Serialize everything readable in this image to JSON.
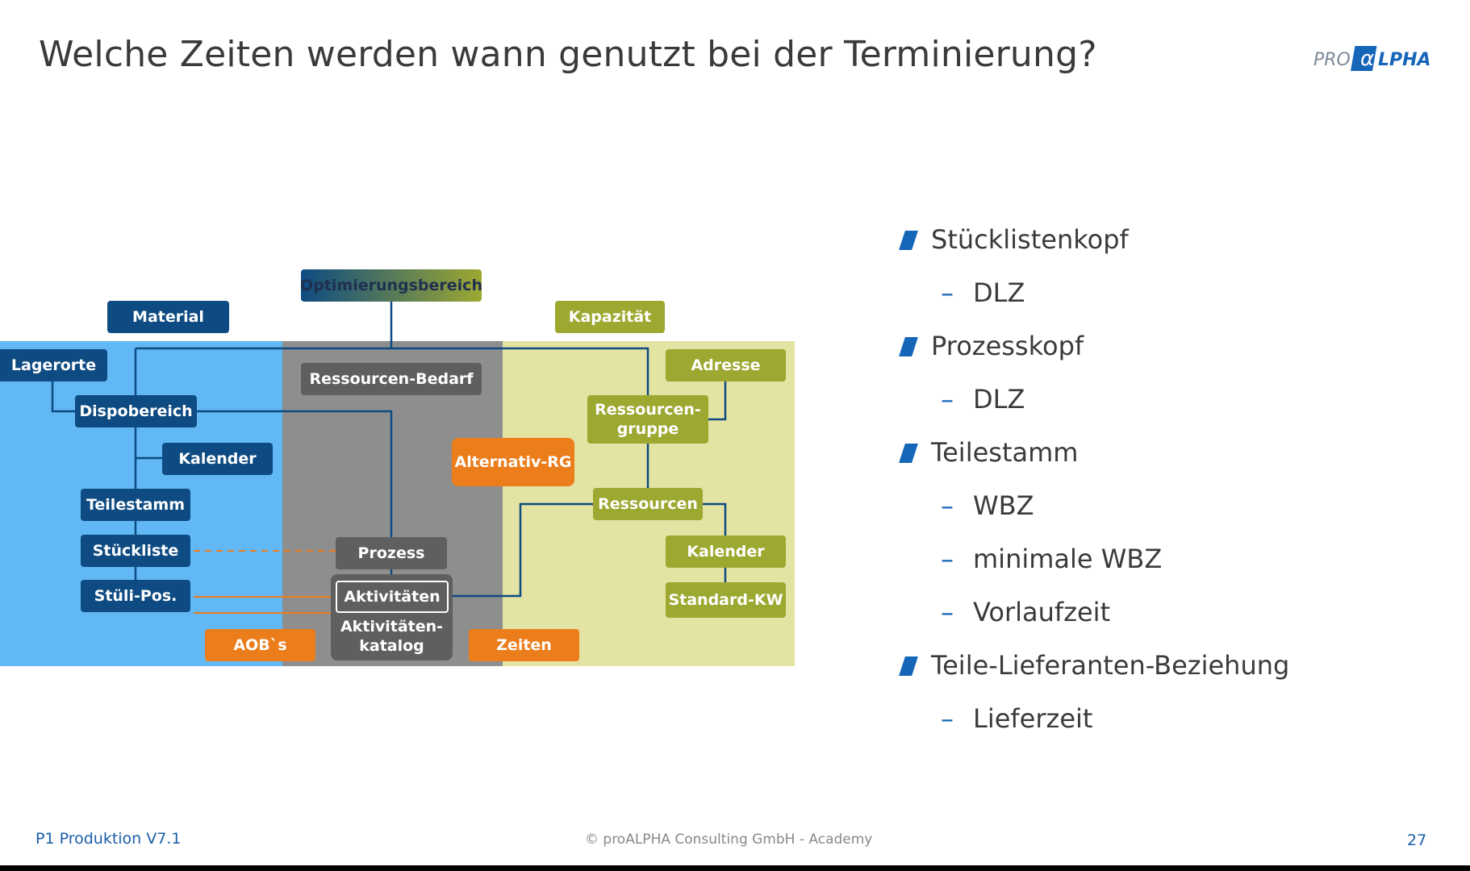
{
  "slide": {
    "title": "Welche Zeiten werden wann genutzt bei der Terminierung?",
    "logo": {
      "text_pro": "PRO",
      "text_alpha": "α",
      "text_lpha": "LPHA"
    }
  },
  "diagram": {
    "nodes": {
      "optimierungsbereich": "Optimierungsbereich",
      "material": "Material",
      "kapazitaet": "Kapazität",
      "lagerorte": "Lagerorte",
      "dispobereich": "Dispobereich",
      "kalender_left": "Kalender",
      "teilestamm": "Teilestamm",
      "stueckliste": "Stückliste",
      "stueli_pos": "Stüli-Pos.",
      "ressourcen_bedarf": "Ressourcen-Bedarf",
      "prozess": "Prozess",
      "aktivitaeten": "Aktivitäten",
      "aktivitaeten_katalog": "Aktivitäten-\nkatalog",
      "alternativ_rg": "Alternativ-RG",
      "aobs": "AOB`s",
      "zeiten": "Zeiten",
      "adresse": "Adresse",
      "ressourcengruppe": "Ressourcen-\ngruppe",
      "ressourcen": "Ressourcen",
      "kalender_right": "Kalender",
      "standard_kw": "Standard-KW"
    },
    "colors": {
      "blue_zone": "#61b8f5",
      "gray_zone": "#8e8e8e",
      "yellow_zone": "#e3e3a3",
      "navy_box": "#0e4b82",
      "green_box": "#9da831",
      "dark_box": "#5f5f5f",
      "orange_box": "#ec7d1b",
      "connector": "#0e4b82",
      "dashed_connector": "#ec7d1b"
    }
  },
  "bullets": [
    {
      "level": 1,
      "text": "Stücklistenkopf"
    },
    {
      "level": 2,
      "text": "DLZ"
    },
    {
      "level": 1,
      "text": "Prozesskopf"
    },
    {
      "level": 2,
      "text": "DLZ"
    },
    {
      "level": 1,
      "text": "Teilestamm"
    },
    {
      "level": 2,
      "text": "WBZ"
    },
    {
      "level": 2,
      "text": "minimale WBZ"
    },
    {
      "level": 2,
      "text": "Vorlaufzeit"
    },
    {
      "level": 1,
      "text": "Teile-Lieferanten-Beziehung"
    },
    {
      "level": 2,
      "text": "Lieferzeit"
    }
  ],
  "bullet_marker_color": "#1565b8",
  "footer": {
    "left": "P1 Produktion V7.1",
    "center": "© proALPHA Consulting GmbH - Academy",
    "page": "27"
  }
}
